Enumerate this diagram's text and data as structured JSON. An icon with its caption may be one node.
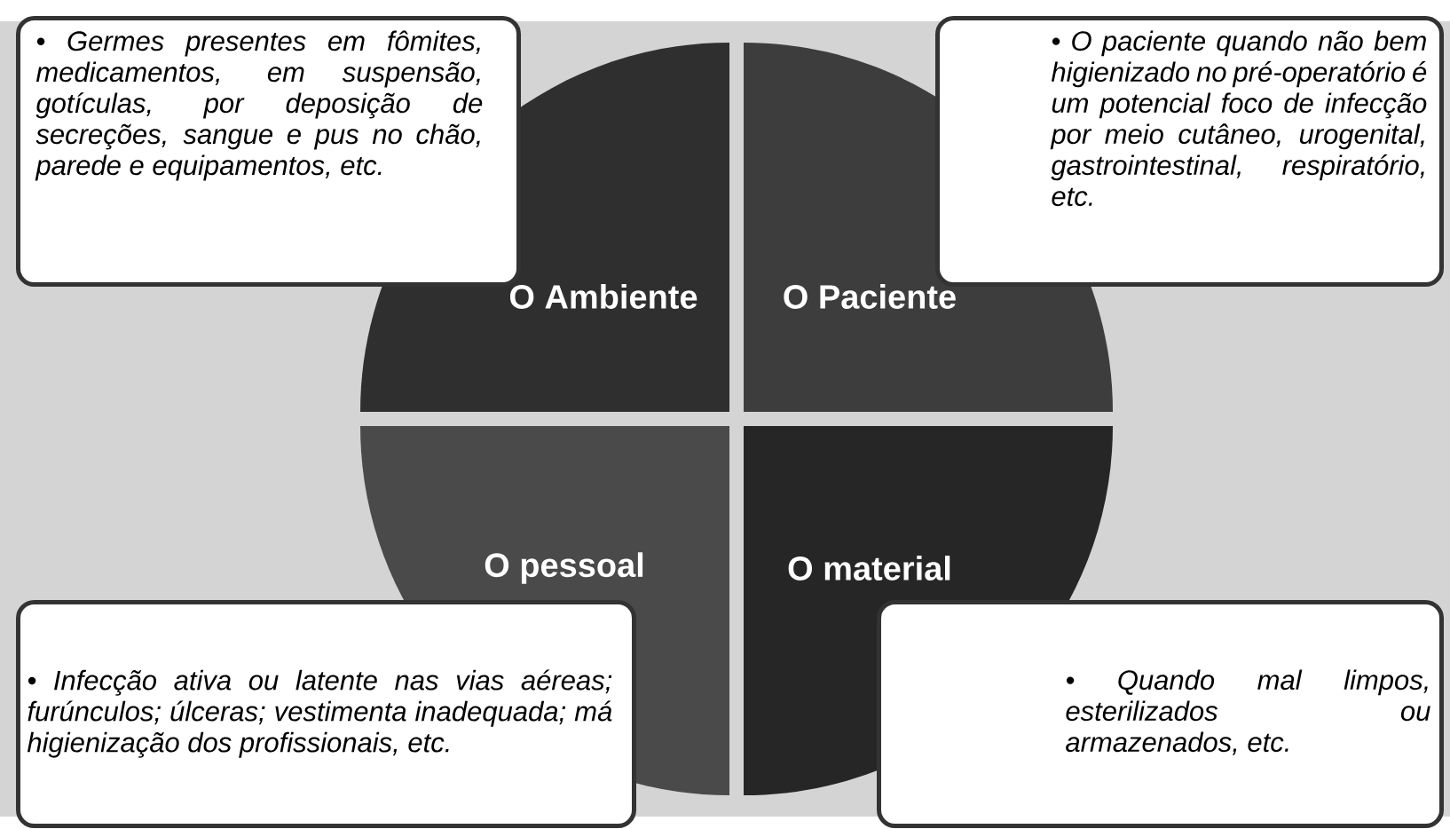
{
  "diagram": {
    "nodes": [
      {
        "text": [
          "• Germes presentes em fômites, medicamentos, em suspensão, gotículas, por deposição de secreções, sangue e pus no chão, parede e equipamentos, etc."
        ]
      },
      {
        "text": [
          "• O paciente quando não bem higienizado no pré-operatório é um potencial foco de infecção por meio cutâneo, urogenital, gastrointestinal, respiratório, etc."
        ]
      },
      {
        "text": [
          "O Ambiente"
        ]
      },
      {
        "text": [
          "O Paciente"
        ]
      },
      {
        "text": [
          "O pessoal"
        ]
      },
      {
        "text": [
          "O material"
        ]
      },
      {
        "text": [
          "• Infecção ativa ou latente nas vias aéreas; furúnculos; úlceras; vestimenta inadequada; má higienização dos profissionais, etc."
        ]
      },
      {
        "text": [
          "• Quando mal limpos, esterilizados ou armazenados, etc."
        ]
      }
    ],
    "edges": []
  }
}
